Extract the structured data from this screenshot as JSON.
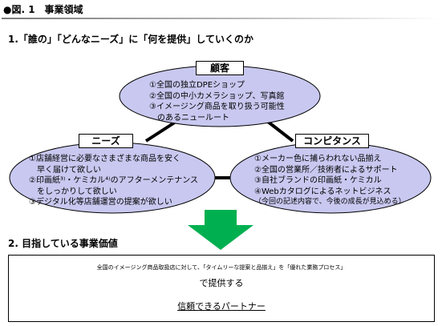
{
  "figure": {
    "title": "●図. 1　事業領域"
  },
  "section1": {
    "heading": "1.「誰の」「どんなニーズ」に「何を提供」していくのか"
  },
  "customers": {
    "label": "顧客",
    "items": [
      "①全国の独立DPEショップ",
      "②全国の中小カメラショップ、写真館",
      "③イメージング商品を取り扱う可能性",
      "　のあるニュールート"
    ]
  },
  "needs": {
    "label": "ニーズ",
    "items": [
      "①店舗経営に必要なさまざまな商品を安く",
      "　早く届けて欲しい",
      "②印画紙³⁾・ケミカル⁴⁾のアフターメンテナンス",
      "　をしっかりして欲しい",
      "③デジタル化等店舗運営の提案が欲しい"
    ]
  },
  "competence": {
    "label": "コンピタンス",
    "items": [
      "①メーカー色に捕らわれない品揃え",
      "②全国の営業所／技術者によるサポート",
      "③自社ブランドの印画紙・ケミカル",
      "④Webカタログによるネットビジネス",
      "（今回の記述内容で、今後の成長が見込める）"
    ]
  },
  "section2": {
    "heading": "2. 目指している事業価値"
  },
  "value": {
    "line1": "全国のイメージング商品取扱店に対して、「タイムリーな提案と品揃え」を「優れた業務プロセス」",
    "line2": "で提供する",
    "line3": "信頼できるパートナー"
  },
  "colors": {
    "ellipse_fill": "#c8c8f0",
    "ellipse_stroke": "#000000",
    "arrow_fill": "#00b050",
    "connector": "#000000"
  }
}
